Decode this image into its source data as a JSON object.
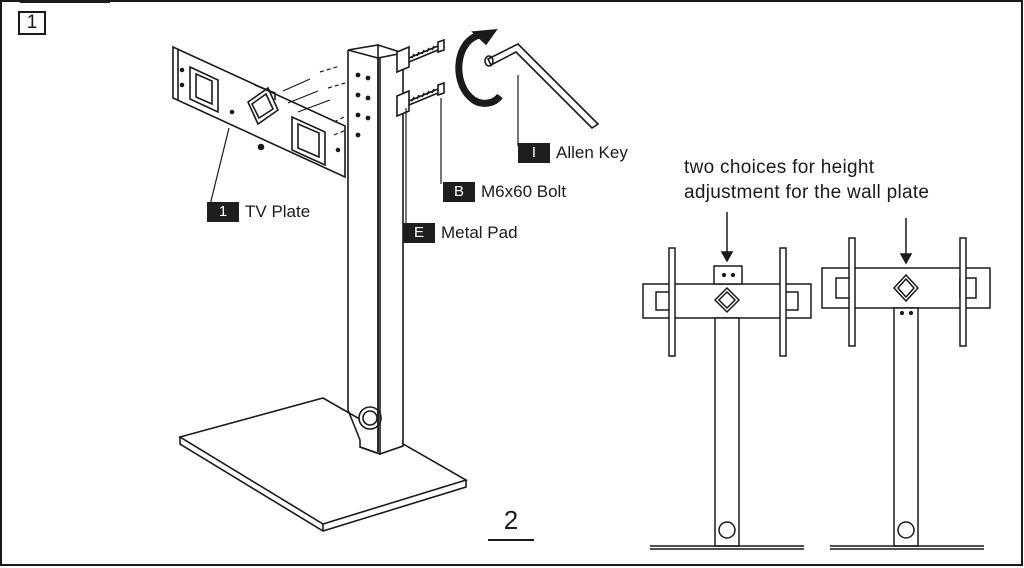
{
  "step_number": "1",
  "page_number": "2",
  "parts": {
    "tv_plate": {
      "key": "1",
      "label": "TV Plate"
    },
    "bolt": {
      "key": "B",
      "label": "M6x60  Bolt"
    },
    "metal_pad": {
      "key": "E",
      "label": "Metal Pad"
    },
    "allen_key": {
      "key": "I",
      "label": "Allen Key"
    }
  },
  "height_note": {
    "line1": "two choices for height",
    "line2": "adjustment for the wall plate"
  },
  "colors": {
    "ink": "#1a1a1a",
    "label_bg": "#1e1e1e",
    "label_text": "#ffffff"
  }
}
